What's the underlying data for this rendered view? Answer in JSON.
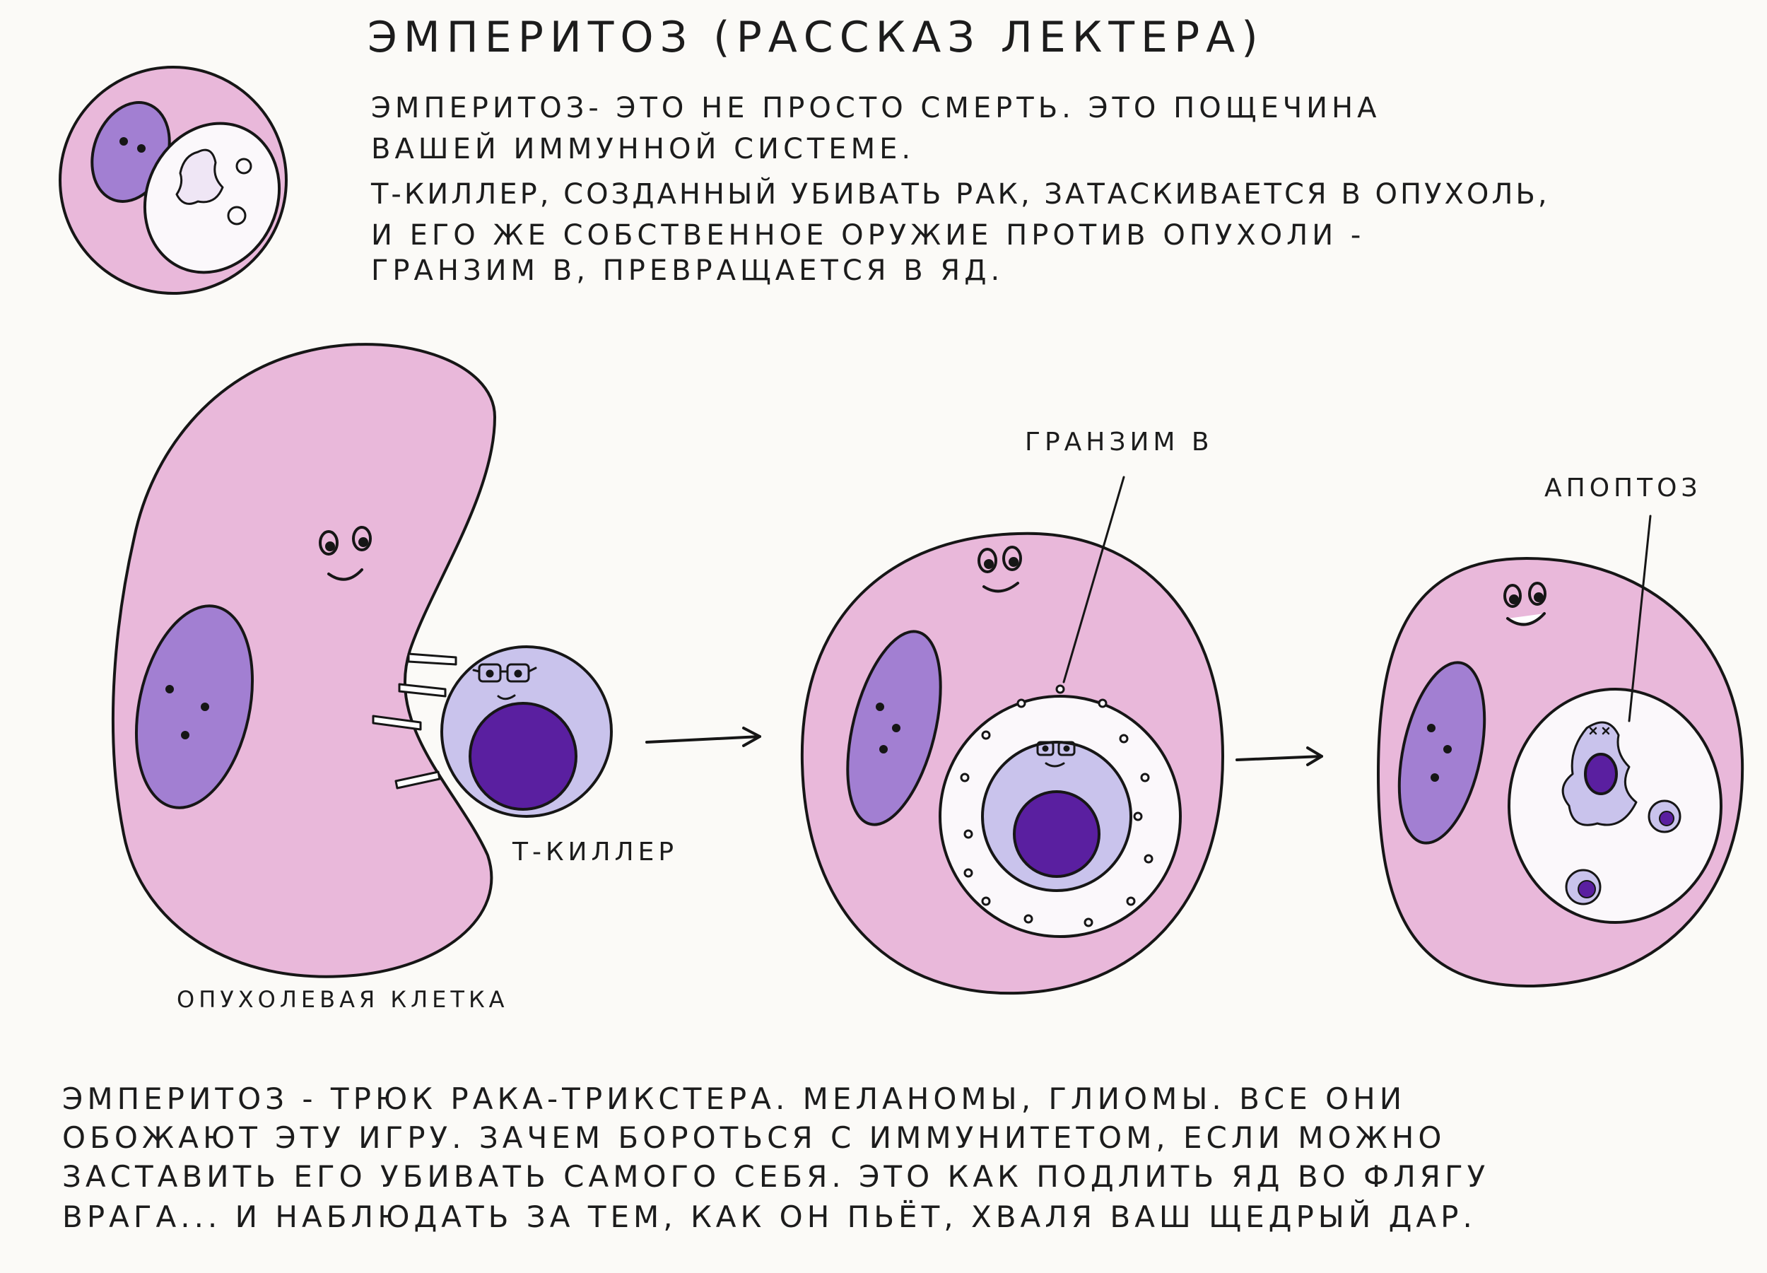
{
  "title": "Эмперитоз (рассказ Лектера)",
  "intro_lines": [
    "Эмперитоз- это не просто смерть. Это пощечина",
    "вашей иммунной системе.",
    "Т-киллер, созданный убивать рак, затаскивается в опухоль,",
    "и его же собственное оружие против опухоли -",
    "гранзим В, превращается в яд."
  ],
  "labels": {
    "tumor_cell": "опухолевая клетка",
    "t_killer": "Т-киллер",
    "granzyme": "Гранзим В",
    "apoptosis": "Апоптоз"
  },
  "outro_lines": [
    "Эмперитоз - трюк рака-трикстера. Меланомы, глиомы. Все они",
    "обожают эту игру. Зачем бороться с иммунитетом, если можно",
    "заставить его убивать самого себя. Это как подлить яд во флягу",
    "врага... и наблюдать за тем, как он пьёт, хваля ваш щедрый дар."
  ],
  "colors": {
    "cytoplasm": "#e9b8da",
    "cytoplasm_edge": "#d98fc4",
    "nucleus": "#a27fd2",
    "t_cell_body": "#c9c3ec",
    "t_cell_nucleus": "#5a1fa0",
    "vacuole": "#fbf8fb",
    "ink": "#161616"
  }
}
